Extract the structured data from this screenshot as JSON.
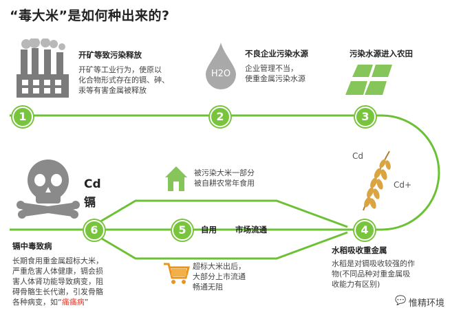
{
  "title": "“毒大米”是如何种出来的?",
  "steps": [
    {
      "num": "1",
      "heading": "开矿等致污染释放",
      "text": [
        "开矿等工业行为，使原以",
        "化合物形式存在的镉、砷、",
        "汞等有害金属被释放"
      ]
    },
    {
      "num": "2",
      "heading": "不良企业污染水源",
      "text": [
        "企业管理不当，",
        "使重金属污染水源"
      ],
      "icon_label": "H2O"
    },
    {
      "num": "3",
      "heading": "污染水源进入农田",
      "text": []
    },
    {
      "num": "4",
      "heading": "水稻吸收重金属",
      "text": [
        "水稻是对镉吸收较强的作",
        "物(不同品种对重金属吸",
        "收能力有区别)"
      ],
      "labels": [
        "Cd",
        "Cd+"
      ]
    },
    {
      "num": "5",
      "left_label": "自用",
      "right_label": "市场流通"
    },
    {
      "num": "6",
      "heading": "镉中毒致病",
      "text": [
        "长期食用重金属超标大米，",
        "严重危害人体健康，镉会损",
        "害人体肾功能导致病变，阻",
        "碍骨骼生长代谢，引发骨骼"
      ],
      "text_last_prefix": "各种病变，如“",
      "text_last_highlight": "痛痛病",
      "text_last_suffix": "”",
      "element_label": "Cd",
      "element_name": "镉"
    }
  ],
  "upper_branch": [
    "被污染大米一部分",
    "被自耕农常年食用"
  ],
  "lower_branch": [
    "超标大米出后，",
    "大部分上市流通",
    "畅通无阻"
  ],
  "watermark": "惟精环境",
  "colors": {
    "accent": "#78c43c",
    "line": "#6cc034",
    "highlight": "#e03a2a"
  }
}
